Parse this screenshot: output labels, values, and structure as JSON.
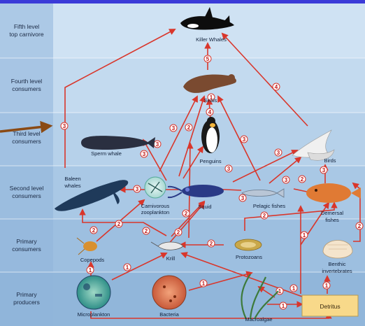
{
  "levels": [
    {
      "line1": "Fifth level",
      "line2": "top carnivore"
    },
    {
      "line1": "Fourth level",
      "line2": "consumers"
    },
    {
      "line1": "Third level",
      "line2": "consumers"
    },
    {
      "line1": "Second level",
      "line2": "consumers"
    },
    {
      "line1": "Primary",
      "line2": "consumers"
    },
    {
      "line1": "Primary",
      "line2": "producers"
    }
  ],
  "organisms": {
    "killer_whales": "Killer Whales",
    "seals": "Seals",
    "sperm_whale": "Sperm whale",
    "penguins": "Penguins",
    "birds": "Birds",
    "baleen_whales_1": "Baleen",
    "baleen_whales_2": "whales",
    "carnivorous_zooplankton_1": "Carnivorous",
    "carnivorous_zooplankton_2": "zooplankton",
    "squid": "Squid",
    "pelagic_fishes": "Pelagic fishes",
    "demersal_fishes_1": "Demersal",
    "demersal_fishes_2": "fishes",
    "copepods": "Copepods",
    "krill": "Krill",
    "protozoans": "Protozoans",
    "benthic_1": "Benthic",
    "benthic_2": "invertebrates",
    "microplankton": "Microplankton",
    "bacteria": "Bacteria",
    "macroalgae": "Macroalgae",
    "detritus": "Detritus"
  },
  "arrow_numbers": [
    "5",
    "4",
    "4",
    "3",
    "3",
    "2",
    "3",
    "3",
    "3",
    "3",
    "3",
    "3",
    "3",
    "3",
    "3",
    "2",
    "2",
    "2",
    "2",
    "2",
    "2",
    "2",
    "2",
    "2",
    "1",
    "1",
    "1",
    "1",
    "1",
    "1",
    "1",
    "1",
    "1"
  ],
  "colors": {
    "arrow": "#d9362b",
    "band_light": "#c7ddf0",
    "band_dark": "#a9c9e6",
    "label_column": "#8fb5db",
    "detritus_box": "#f8d98a"
  }
}
